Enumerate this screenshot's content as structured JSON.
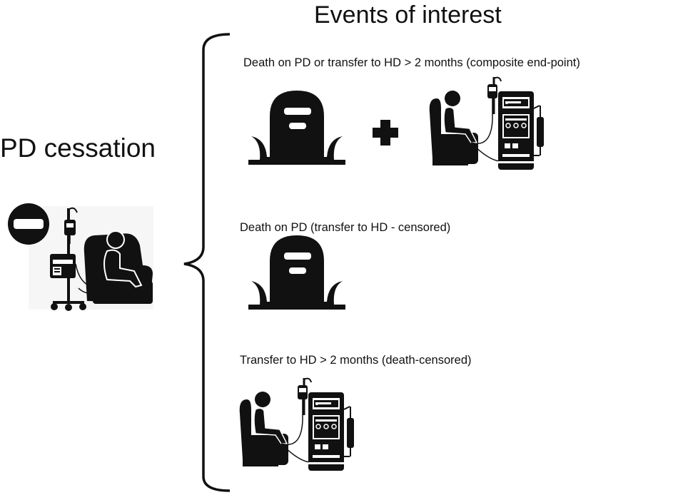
{
  "diagram": {
    "title": "Events of interest",
    "left_label": "PD cessation",
    "left_icons": [
      "no-entry-icon",
      "pd-patient-icon"
    ],
    "events": [
      {
        "label": "Death on PD or transfer to HD > 2 months (composite end-point)",
        "icons": [
          "tombstone-icon",
          "plus-icon",
          "hemodialysis-patient-icon"
        ]
      },
      {
        "label": "Death on PD (transfer to HD - censored)",
        "icons": [
          "tombstone-icon"
        ]
      },
      {
        "label": "Transfer to HD > 2 months (death-censored)",
        "icons": [
          "hemodialysis-patient-icon"
        ]
      }
    ]
  }
}
